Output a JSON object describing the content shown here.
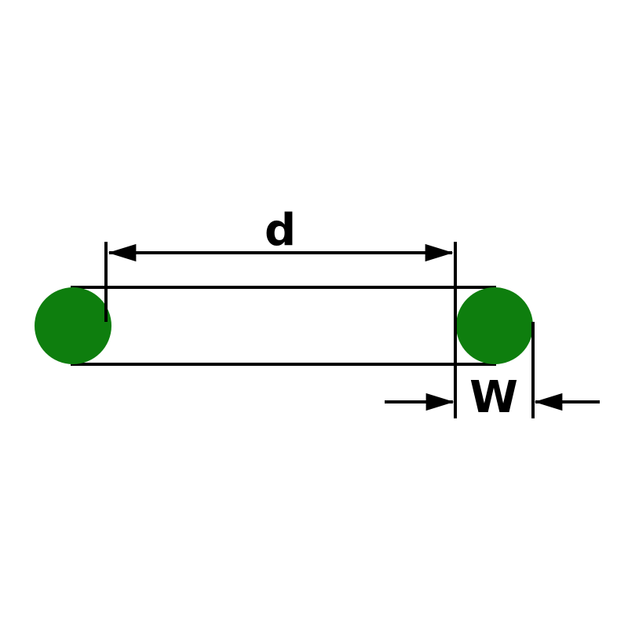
{
  "diagram": {
    "description": "O-ring side view with dimension callouts",
    "labels": {
      "inner_diameter": "d",
      "cross_section_width": "W"
    },
    "colors": {
      "ring": "#0e7e0e",
      "lines": "#000000",
      "background": "#ffffff"
    }
  }
}
